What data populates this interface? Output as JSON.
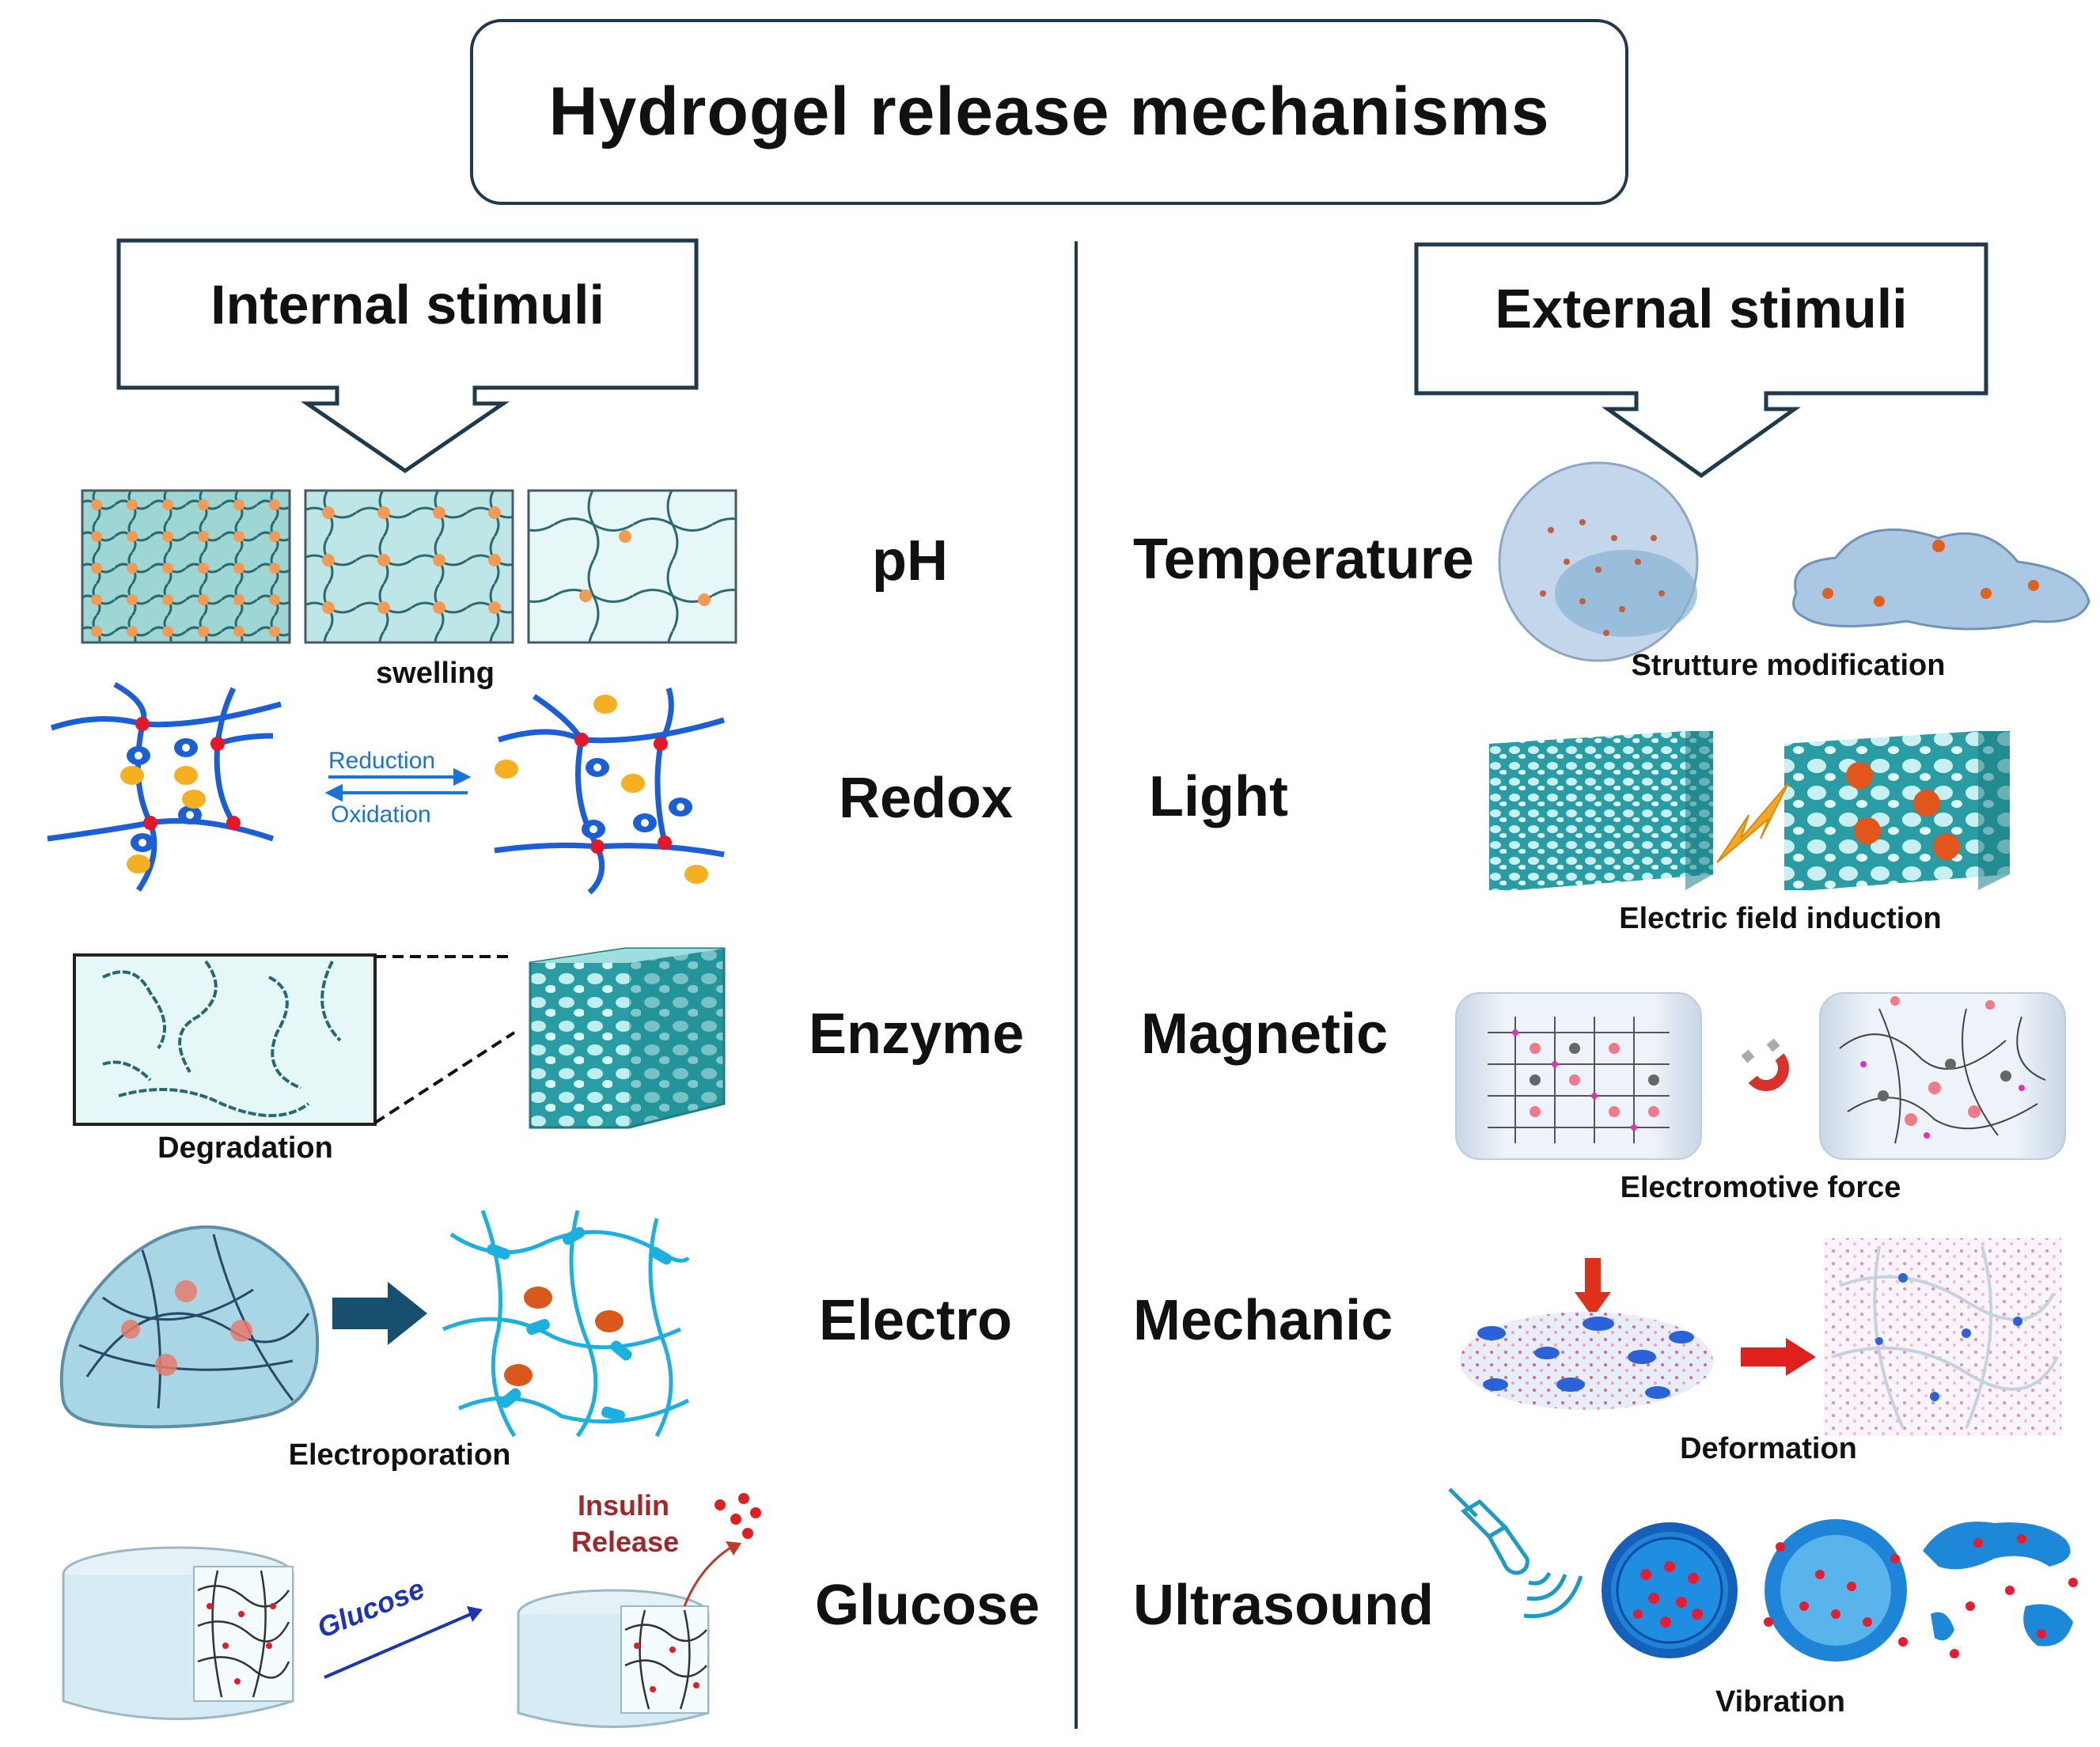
{
  "title": "Hydrogel release mechanisms",
  "internal": {
    "heading": "Internal stimuli",
    "items": [
      {
        "label": "pH",
        "caption": "swelling"
      },
      {
        "label": "Redox",
        "caption": "",
        "arrow_top": "Reduction",
        "arrow_bottom": "Oxidation"
      },
      {
        "label": "Enzyme",
        "caption": "Degradation"
      },
      {
        "label": "Electro",
        "caption": "Electroporation"
      },
      {
        "label": "Glucose",
        "caption": "",
        "arrow_text": "Glucose",
        "release_text_1": "Insulin",
        "release_text_2": "Release"
      }
    ]
  },
  "external": {
    "heading": "External stimuli",
    "items": [
      {
        "label": "Temperature",
        "caption": "Strutture modification"
      },
      {
        "label": "Light",
        "caption": "Electric field induction"
      },
      {
        "label": "Magnetic",
        "caption": "Electromotive force"
      },
      {
        "label": "Mechanic",
        "caption": "Deformation"
      },
      {
        "label": "Ultrasound",
        "caption": "Vibration"
      }
    ]
  },
  "colors": {
    "outline": "#1f3a4d",
    "gel_teal": "#2a9ca3",
    "network_blue": "#1a4fd6",
    "orange": "#f08a30",
    "red": "#e02020",
    "cyan": "#1ab0e0"
  }
}
